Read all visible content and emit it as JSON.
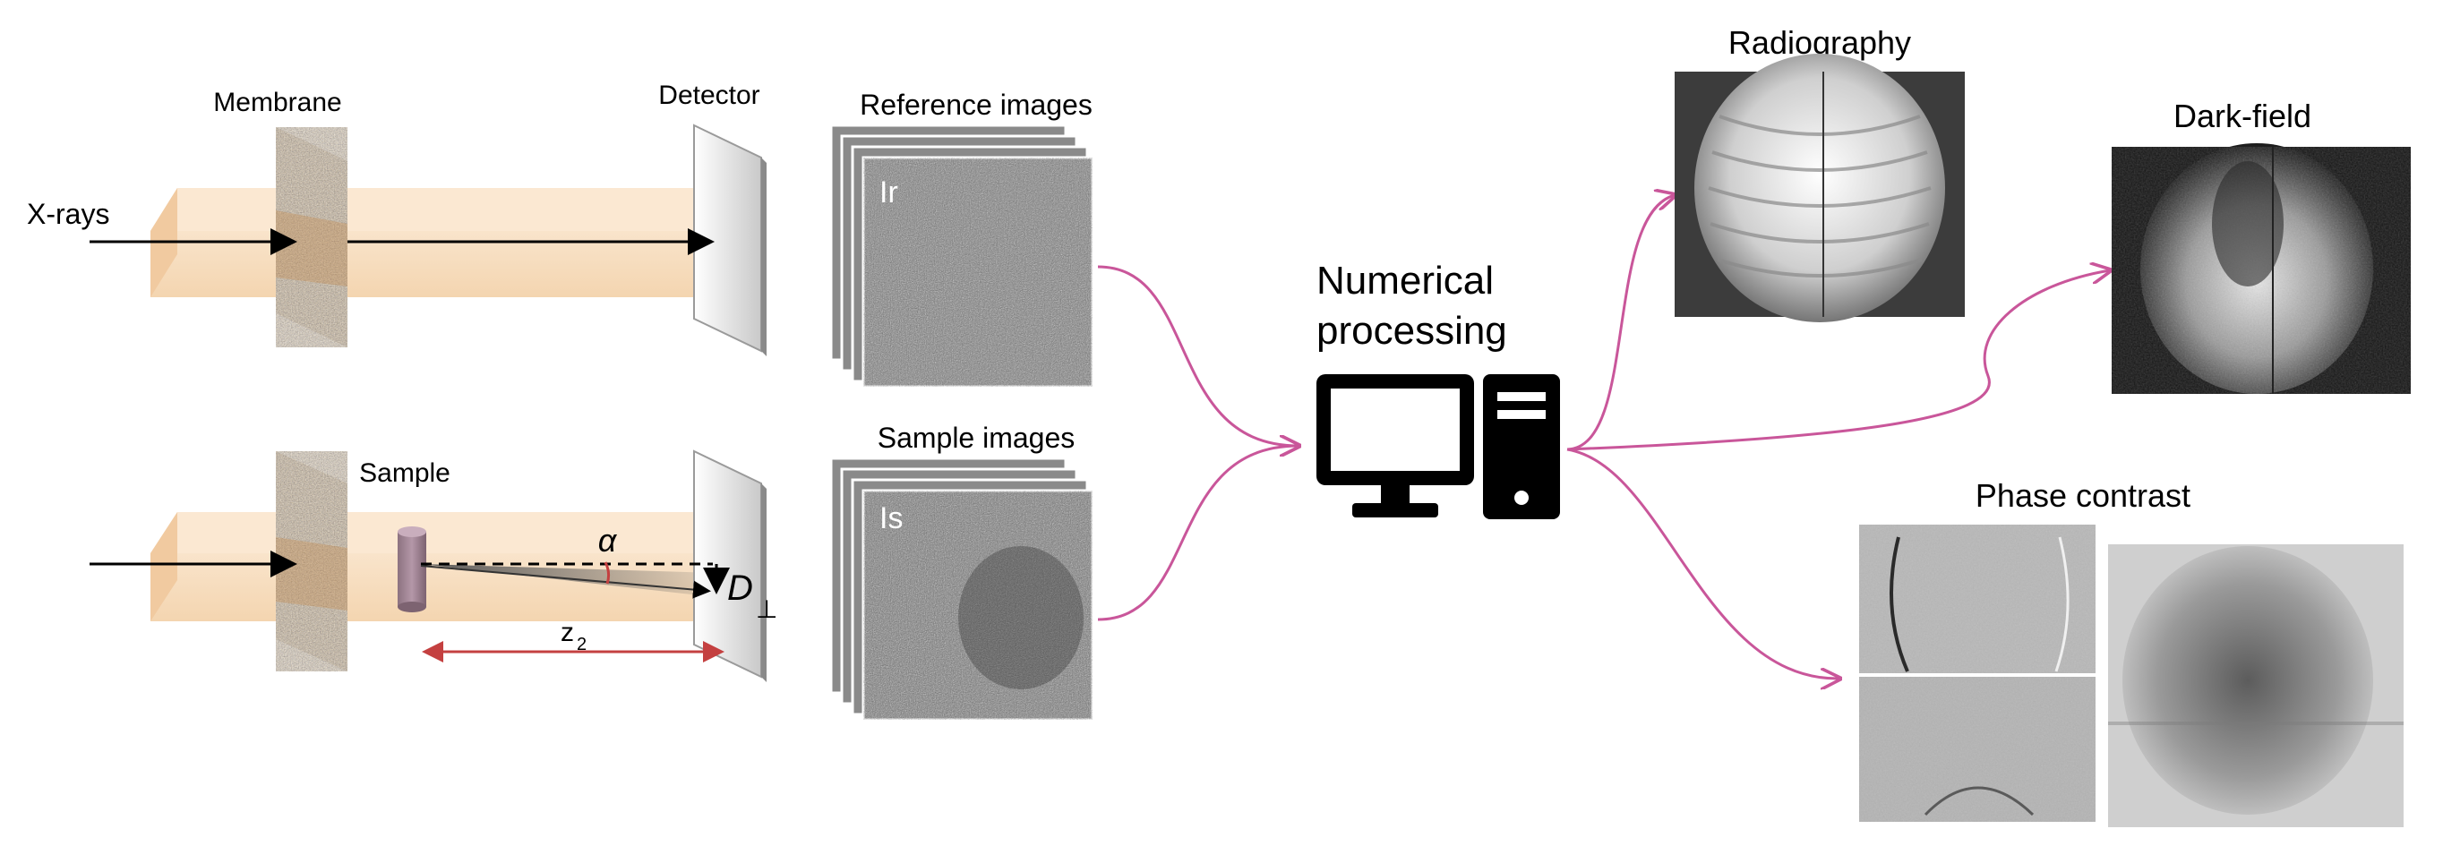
{
  "setup": {
    "membrane_label": "Membrane",
    "detector_label": "Detector",
    "xrays_label": "X-rays",
    "sample_label": "Sample",
    "alpha_label": "α",
    "displacement_label": "D",
    "displacement_sub": "⊥",
    "distance_label": "z",
    "distance_sub": "2"
  },
  "images": {
    "reference_title": "Reference images",
    "reference_tag": "Ir",
    "sample_title": "Sample images",
    "sample_tag": "Is"
  },
  "processing": {
    "line1": "Numerical",
    "line2": "processing",
    "computer_icon": "desktop-computer-icon"
  },
  "outputs": {
    "radiography": "Radiography",
    "darkfield": "Dark-field",
    "phase": "Phase contrast"
  },
  "colors": {
    "beam": "#f7dcbc",
    "arrow": "#c9569a",
    "distance_arrow": "#c44040"
  }
}
